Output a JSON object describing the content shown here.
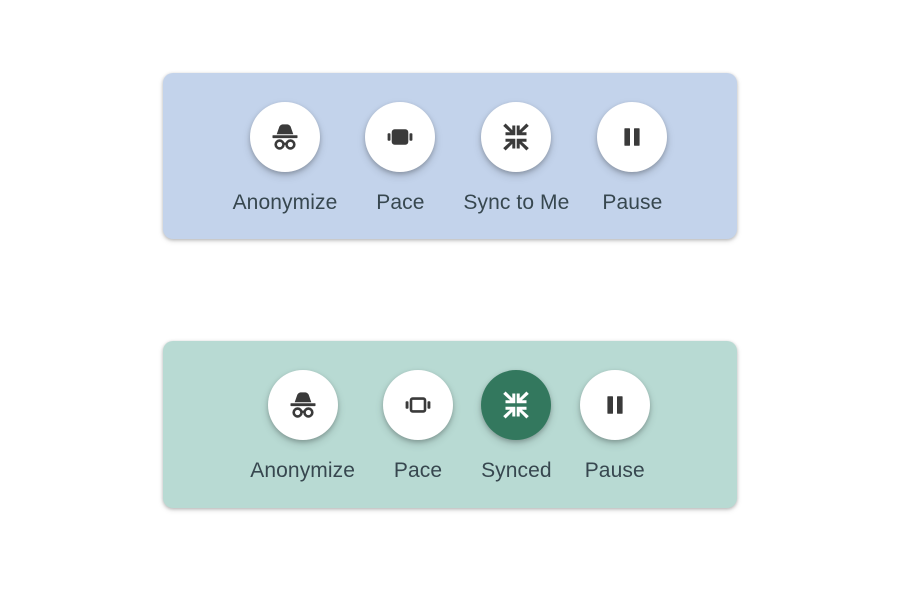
{
  "page": {
    "background_color": "#ffffff",
    "text_color": "#37474f"
  },
  "panels": [
    {
      "name": "controls-panel-default",
      "state": "inactive",
      "background_color": "#c3d3eb",
      "buttons": [
        {
          "label": "Anonymize",
          "icon": "incognito-icon",
          "active": false,
          "icon_color": "#3a3a3a",
          "circle_color": "#ffffff"
        },
        {
          "label": "Pace",
          "icon": "vibration-icon",
          "active": false,
          "icon_color": "#3a3a3a",
          "circle_color": "#ffffff"
        },
        {
          "label": "Sync to Me",
          "icon": "compress-icon",
          "active": false,
          "icon_color": "#3a3a3a",
          "circle_color": "#ffffff"
        },
        {
          "label": "Pause",
          "icon": "pause-icon",
          "active": false,
          "icon_color": "#3a3a3a",
          "circle_color": "#ffffff"
        }
      ]
    },
    {
      "name": "controls-panel-synced",
      "state": "active",
      "background_color": "#b8dad3",
      "buttons": [
        {
          "label": "Anonymize",
          "icon": "incognito-icon",
          "active": false,
          "icon_color": "#3a3a3a",
          "circle_color": "#ffffff"
        },
        {
          "label": "Pace",
          "icon": "vibration-icon",
          "active": false,
          "icon_color": "#3a3a3a",
          "circle_color": "#ffffff"
        },
        {
          "label": "Synced",
          "icon": "compress-icon",
          "active": true,
          "icon_color": "#ffffff",
          "circle_color": "#33785e"
        },
        {
          "label": "Pause",
          "icon": "pause-icon",
          "active": false,
          "icon_color": "#3a3a3a",
          "circle_color": "#ffffff"
        }
      ]
    }
  ]
}
